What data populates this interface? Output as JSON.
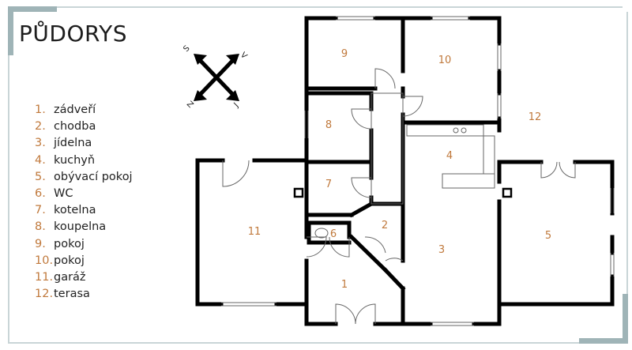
{
  "title": "PŮDORYS",
  "legend": [
    {
      "num": "1.",
      "label": "zádveří"
    },
    {
      "num": "2.",
      "label": "chodba"
    },
    {
      "num": "3.",
      "label": "jídelna"
    },
    {
      "num": "4.",
      "label": "kuchyň"
    },
    {
      "num": "5.",
      "label": "obývací pokoj"
    },
    {
      "num": "6.",
      "label": "WC"
    },
    {
      "num": "7.",
      "label": "kotelna"
    },
    {
      "num": "8.",
      "label": "koupelna"
    },
    {
      "num": "9.",
      "label": "pokoj"
    },
    {
      "num": "10.",
      "label": "pokoj"
    },
    {
      "num": "11.",
      "label": "garáž"
    },
    {
      "num": "12.",
      "label": "terasa"
    }
  ],
  "rooms": [
    "1",
    "2",
    "3",
    "4",
    "5",
    "6",
    "7",
    "8",
    "9",
    "10",
    "11",
    "12"
  ],
  "compass": {
    "north": "S",
    "east": "V",
    "south": "J",
    "west": "Z"
  },
  "colors": {
    "wall": "#000000",
    "accent": "#c0793c",
    "frame": "#9fb4b7"
  }
}
